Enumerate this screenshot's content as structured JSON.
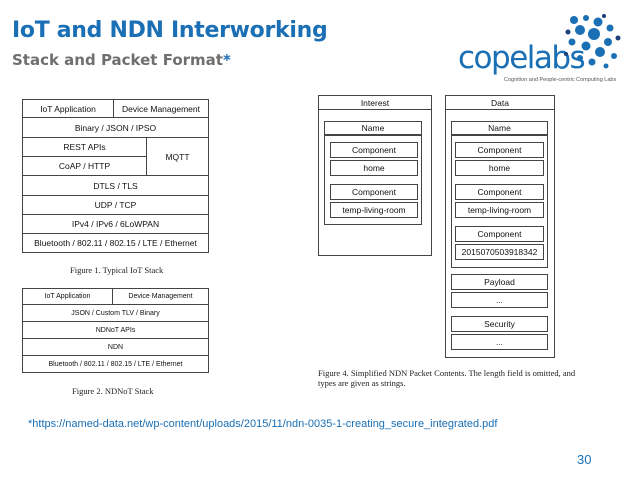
{
  "slide": {
    "title": "IoT and NDN Interworking",
    "subtitle": "Stack and Packet Format",
    "subtitle_star": "*",
    "footnote": "*https://named-data.net/wp-content/uploads/2015/11/ndn-0035-1-creating_secure_integrated.pdf",
    "page_number": "30"
  },
  "logo": {
    "text": "copelabs",
    "tagline": "Cognition and People-centric Computing Labs",
    "colors": [
      "#1a6fb5",
      "#1a3f7a"
    ]
  },
  "fig1": {
    "caption": "Figure 1.    Typical IoT Stack",
    "iot_application": "IoT Application",
    "device_management": "Device Management",
    "binary": "Binary / JSON / IPSO",
    "rest_apis": "REST APIs",
    "coap": "CoAP / HTTP",
    "mqtt": "MQTT",
    "dtls": "DTLS / TLS",
    "udp": "UDP / TCP",
    "ipv4": "IPv4 / IPv6 / 6LoWPAN",
    "bluetooth": "Bluetooth / 802.11 / 802.15 / LTE / Ethernet"
  },
  "fig2": {
    "caption": "Figure 2.    NDNoT Stack",
    "iot_application": "IoT Application",
    "device_management": "Device Management",
    "json": "JSON / Custom TLV / Binary",
    "ndnot_apis": "NDNoT APIs",
    "ndn": "NDN",
    "bluetooth": "Bluetooth / 802.11 / 802.15 / LTE / Ethernet"
  },
  "fig4": {
    "caption": "Figure 4.    Simplified NDN Packet Contents. The length field is omitted, and types are given as strings.",
    "interest": {
      "header": "Interest",
      "name": "Name",
      "component_1": "Component",
      "value_1": "home",
      "component_2": "Component",
      "value_2": "temp-living-room"
    },
    "data": {
      "header": "Data",
      "name": "Name",
      "component_1": "Component",
      "value_1": "home",
      "component_2": "Component",
      "value_2": "temp-living-room",
      "component_3": "Component",
      "value_3": "2015070503918342",
      "payload": "Payload",
      "payload_value": "...",
      "security": "Security",
      "security_value": "..."
    }
  }
}
